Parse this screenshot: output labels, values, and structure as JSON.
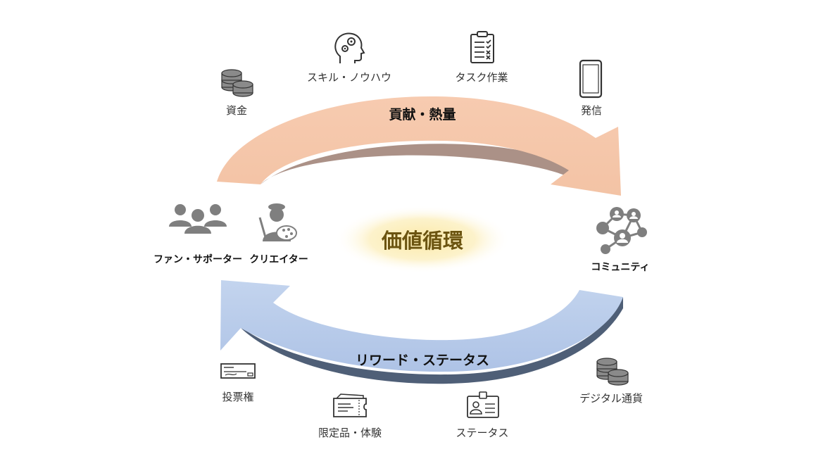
{
  "center": {
    "label": "価値循環"
  },
  "top_arrow": {
    "label": "貢献・熱量",
    "color": "#f6c9ad"
  },
  "bottom_arrow": {
    "label": "リワード・ステータス",
    "color": "#b4c7e7"
  },
  "left_actors": {
    "fans_label": "ファン・サポーター",
    "creators_label": "クリエイター"
  },
  "right_actor": {
    "community_label": "コミュニティ"
  },
  "top_items": [
    {
      "label": "資金",
      "icon": "coins-icon"
    },
    {
      "label": "スキル・ノウハウ",
      "icon": "head-gears-icon"
    },
    {
      "label": "タスク作業",
      "icon": "clipboard-checklist-icon"
    },
    {
      "label": "発信",
      "icon": "smartphone-icon"
    }
  ],
  "bottom_items": [
    {
      "label": "投票権",
      "icon": "ballot-check-icon"
    },
    {
      "label": "限定品・体験",
      "icon": "ticket-icon"
    },
    {
      "label": "ステータス",
      "icon": "id-badge-icon"
    },
    {
      "label": "デジタル通貨",
      "icon": "coins-icon"
    }
  ],
  "colors": {
    "icon_gray": "#7f7f7f",
    "center_glow": "#fbe9a6",
    "center_text": "#6b5410"
  }
}
